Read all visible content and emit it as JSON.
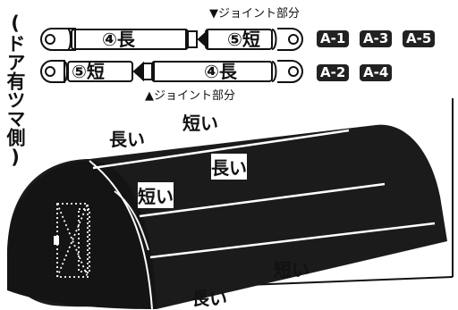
{
  "side_title": "(ドア有ツマ側)",
  "pipe_top": {
    "pos_a": "④長",
    "pos_b": "⑤短",
    "joint_label": "▼ジョイント部分",
    "codes": [
      "A-1",
      "A-3",
      "A-5"
    ]
  },
  "pipe_bottom": {
    "pos_a": "⑤短",
    "pos_b": "④長",
    "joint_label": "▲ジョイント部分",
    "codes": [
      "A-2",
      "A-4"
    ]
  },
  "tent_labels": {
    "short_top": "短い",
    "long_top_left": "長い",
    "long_mid": "長い",
    "short_mid": "短い",
    "short_bottom": "短い",
    "long_bottom": "長い"
  }
}
